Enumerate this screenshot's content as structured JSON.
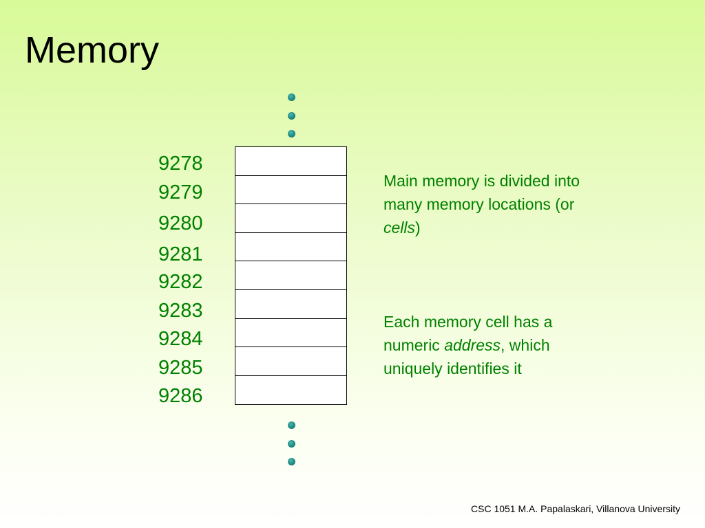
{
  "slide": {
    "title": "Memory",
    "footer": "CSC 1051 M.A. Papalaskari, Villanova University"
  },
  "memory": {
    "addresses": [
      "9278",
      "9279",
      "9280",
      "9281",
      "9282",
      "9283",
      "9284",
      "9285",
      "9286"
    ],
    "cell_count": 9,
    "ellipsis_above": 3,
    "ellipsis_below": 3
  },
  "notes": {
    "cells_note": {
      "prefix": "Main memory is divided into many memory locations (or ",
      "emphasis": "cells",
      "suffix": ")"
    },
    "address_note": {
      "prefix": "Each memory cell has a numeric ",
      "emphasis": "address",
      "suffix": ", which uniquely identifies it"
    }
  },
  "colors": {
    "label_green": "#008000",
    "dot_teal": "#1f8a82",
    "cell_border": "#000000"
  }
}
